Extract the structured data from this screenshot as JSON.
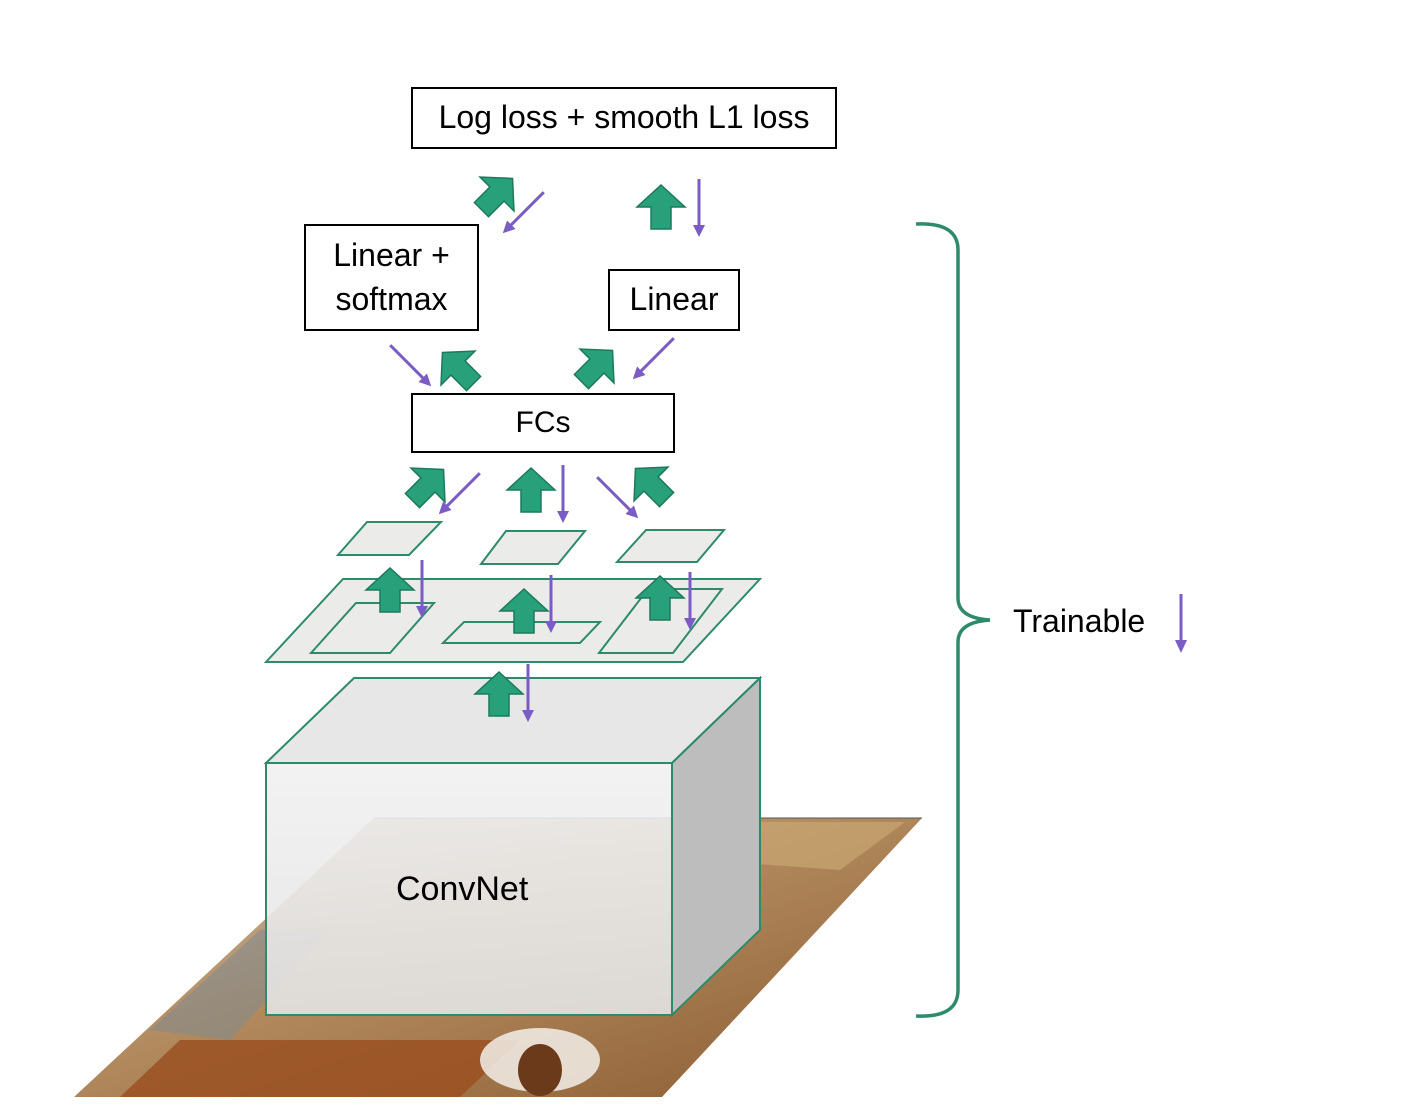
{
  "boxes": {
    "loss": "Log loss + smooth L1 loss",
    "cls_line1": "Linear +",
    "cls_line2": "softmax",
    "reg": "Linear",
    "fcs": "FCs",
    "convnet": "ConvNet"
  },
  "legend": {
    "trainable": "Trainable"
  },
  "colors": {
    "forward_arrow": "#28a07a",
    "backward_arrow": "#7b5cc4",
    "frame_stroke": "#2e8a6a",
    "plane_fill": "#ebecea",
    "brace": "#2e8a6a"
  },
  "icons": {
    "forward": "thick-up-arrow-icon",
    "backward": "thin-down-arrow-icon",
    "brace": "right-curly-brace-icon",
    "photo": "horse-image-icon"
  }
}
